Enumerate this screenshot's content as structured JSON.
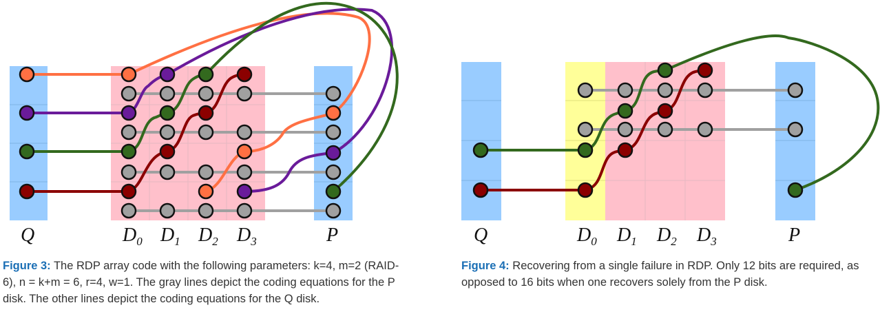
{
  "figure3": {
    "disks": {
      "q": "Q",
      "d": "D",
      "p": "P",
      "subs": [
        "0",
        "1",
        "2",
        "3"
      ]
    },
    "caption": {
      "label": "Figure 3:",
      "text": " The RDP array code with the following parameters: k=4, m=2 (RAID-6), n = k+m = 6, r=4, w=1. The gray lines depict the coding equations for the P disk. The other lines depict the coding equations for the Q disk."
    }
  },
  "figure4": {
    "disks": {
      "q": "Q",
      "d": "D",
      "p": "P",
      "subs": [
        "0",
        "1",
        "2",
        "3"
      ]
    },
    "caption": {
      "label": "Figure 4:",
      "text": " Recovering from a single failure in RDP. Only 12 bits are required, as opposed to 16 bits when one recovers solely from the P disk."
    }
  },
  "colors": {
    "disk_blue": "#99ccff",
    "data_pink": "#ffc0cb",
    "failed_yellow": "#ffff99",
    "node_gray": "#a0a0a0",
    "p_line_gray": "#a0a0a0",
    "q_orange": "#ff7043",
    "q_purple": "#6a1b9a",
    "q_green": "#33691e",
    "q_red": "#8b0000",
    "caption_label_blue": "#1b6fb5"
  }
}
